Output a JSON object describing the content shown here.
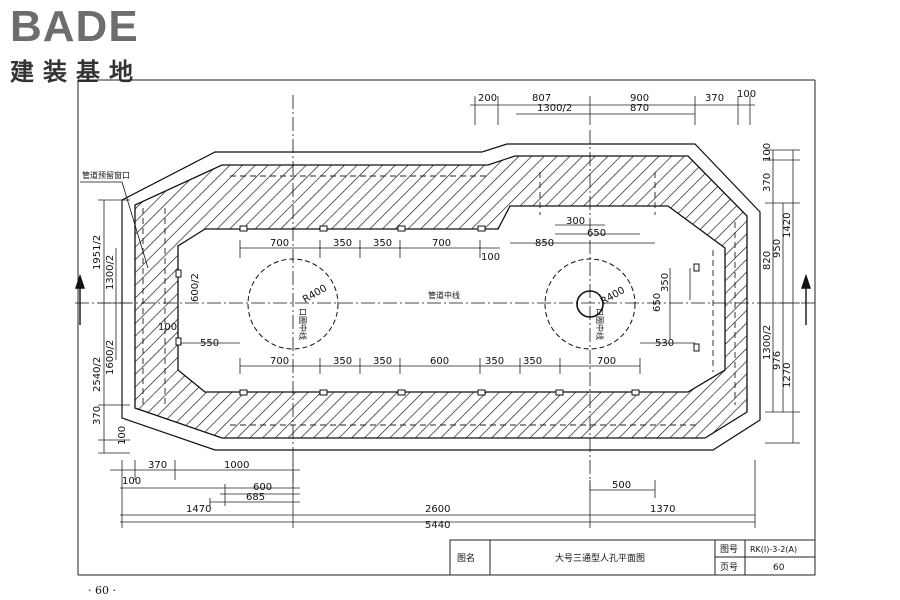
{
  "logo": {
    "en": "BADE",
    "cn": "建装基地"
  },
  "labels": {
    "reserved_window": "管道预留窗口",
    "pipe_centerline": "管道中线",
    "manhole_centerline_left": "口圈中线",
    "manhole_centerline_right": "口圈中线",
    "r_left": "R400",
    "r_right": "R400"
  },
  "dims": {
    "t200": "200",
    "t807": "807",
    "t900": "900",
    "t370": "370",
    "t100": "100",
    "t1300_2": "1300/2",
    "t870": "870",
    "r100": "100",
    "r370": "370",
    "r1420": "1420",
    "r820": "820",
    "r950": "950",
    "r1300_2": "1300/2",
    "r976": "976",
    "r1270": "1270",
    "l1951_2": "1951/2",
    "l1300_2": "1300/2",
    "l1600_2": "1600/2",
    "l2540_2": "2540/2",
    "l370": "370",
    "l100": "100",
    "l600_2": "600/2",
    "l100b": "100",
    "u700a": "700",
    "u350a": "350",
    "u350b": "350",
    "u700b": "700",
    "u100": "100",
    "u850": "850",
    "u300": "300",
    "u650": "650",
    "m350": "350",
    "m650": "650",
    "m550": "550",
    "m530": "530",
    "b700a": "700",
    "b350a": "350",
    "b350b": "350",
    "b600": "600",
    "b350c": "350",
    "b350d": "350",
    "b700b": "700",
    "d370": "370",
    "d1000": "1000",
    "d100": "100",
    "d600": "600",
    "d685": "685",
    "d1470": "1470",
    "d500": "500",
    "d2600": "2600",
    "d1370": "1370",
    "d5440": "5440"
  },
  "title_block": {
    "name_label": "图名",
    "name_value": "大号三通型人孔平面图",
    "drawing_no_label": "图号",
    "drawing_no_value": "RK(I)-3-2(A)",
    "page_label": "页号",
    "page_value": "60"
  },
  "page_number": "· 60 ·"
}
